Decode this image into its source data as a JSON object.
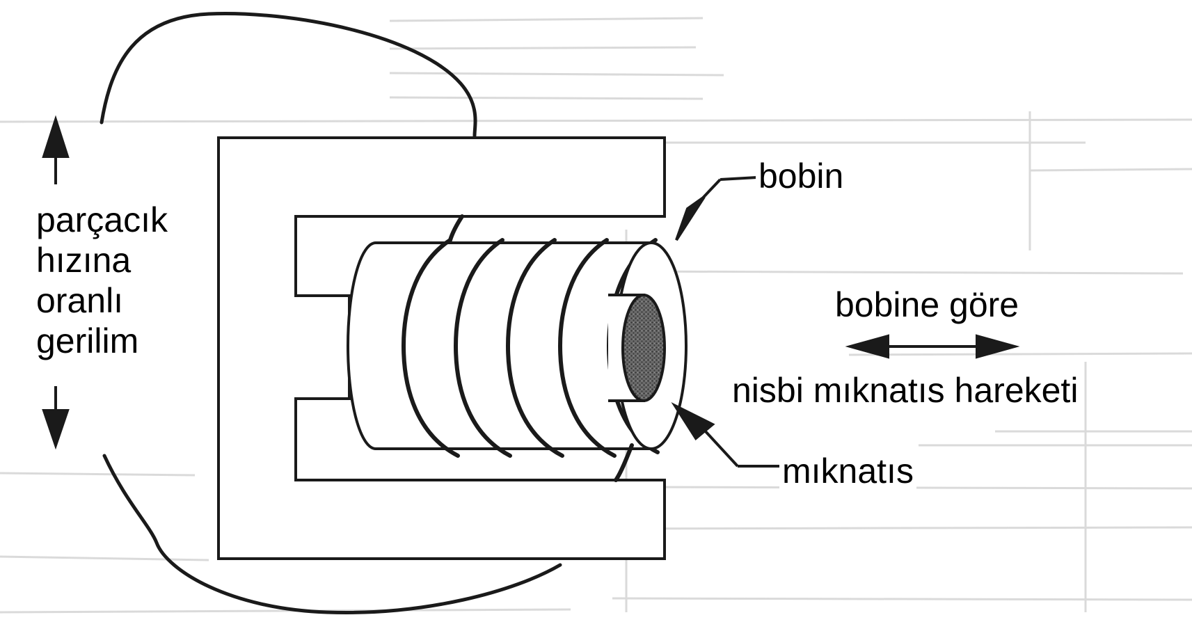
{
  "diagram": {
    "labels": {
      "voltage_lines": [
        "parçacık",
        "hızına",
        "oranlı",
        "gerilim"
      ],
      "coil": "bobin",
      "relative_motion_line1": "bobine göre",
      "relative_motion_line2": "nisbi mıknatıs hareketi",
      "magnet": "mıknatıs"
    },
    "colors": {
      "background": "#ffffff",
      "ink": "#1a1a1a",
      "magnet_fill": "#555555",
      "scan_noise": "#cfcfcf"
    }
  }
}
